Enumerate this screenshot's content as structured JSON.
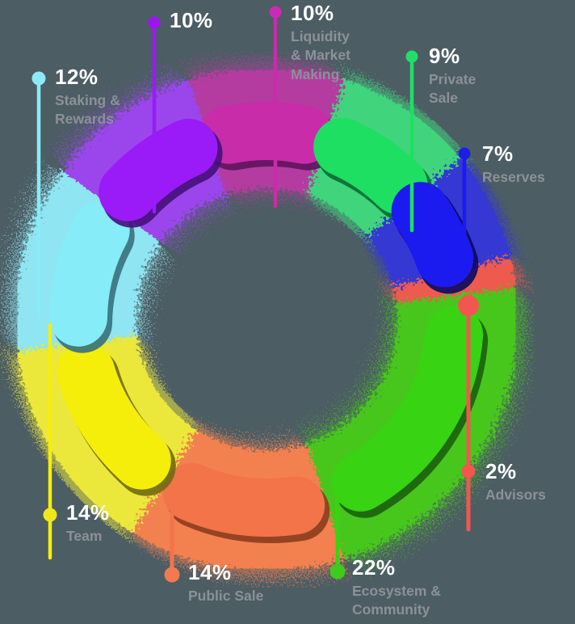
{
  "palette": {
    "background": "#4d5d64",
    "pct_text": "#ffffff",
    "label_text": "#8b9197"
  },
  "chart_data": {
    "type": "pie",
    "variant": "donut",
    "unit": "%",
    "rotation_deg": -18,
    "legend_position": "radial-callouts",
    "title": "",
    "segments": [
      {
        "label": "Liquidity & Market Making",
        "pct": "10%",
        "value": 10,
        "color": "#b43aa0",
        "capsule": "#c92ca9",
        "shadow": "#5f1460",
        "dot": "#c92bb5"
      },
      {
        "label": "Private Sale",
        "pct": "9%",
        "value": 9,
        "color": "#3fd57d",
        "capsule": "#1fdf63",
        "shadow": "#0b6a34",
        "dot": "#25dc6a"
      },
      {
        "label": "Reserves",
        "pct": "7%",
        "value": 7,
        "color": "#3538d2",
        "capsule": "#1b1bf0",
        "shadow": "#0a0a5e",
        "dot": "#1d1de8"
      },
      {
        "label": "Advisors",
        "pct": "2%",
        "value": 2,
        "color": "#ef5a50",
        "capsule": "#f2564e",
        "shadow": "#7e241f",
        "dot": "#f2564e"
      },
      {
        "label": "Ecosystem & Community",
        "pct": "22%",
        "value": 22,
        "color": "#46c71f",
        "capsule": "#38d414",
        "shadow": "#1b5e0d",
        "dot": "#3ecb1b"
      },
      {
        "label": "Public Sale",
        "pct": "14%",
        "value": 14,
        "color": "#f3814f",
        "capsule": "#f4744a",
        "shadow": "#8c3c1e",
        "dot": "#f37a4e"
      },
      {
        "label": "Team",
        "pct": "14%",
        "value": 14,
        "color": "#ece73a",
        "capsule": "#f5ee0b",
        "shadow": "#716c12",
        "dot": "#f0e81c"
      },
      {
        "label": "Staking & Rewards",
        "pct": "12%",
        "value": 12,
        "color": "#8fe5f1",
        "capsule": "#86ecf8",
        "shadow": "#37707d",
        "dot": "#8ceaf6"
      },
      {
        "label": "",
        "pct": "10%",
        "value": 10,
        "color": "#9b44ec",
        "capsule": "#9a1bf7",
        "shadow": "#45107a",
        "dot": "#9d13f2"
      }
    ]
  },
  "callouts": {
    "unlabeled_purple": {
      "pct": "10%",
      "label": ""
    },
    "liquidity": {
      "pct": "10%",
      "label": "Liquidity\n& Market\nMaking"
    },
    "private_sale": {
      "pct": "9%",
      "label": "Private\nSale"
    },
    "reserves": {
      "pct": "7%",
      "label": "Reserves"
    },
    "advisors": {
      "pct": "2%",
      "label": "Advisors"
    },
    "ecosystem": {
      "pct": "22%",
      "label": "Ecosystem &\nCommunity"
    },
    "public_sale": {
      "pct": "14%",
      "label": "Public Sale"
    },
    "team": {
      "pct": "14%",
      "label": "Team"
    },
    "staking": {
      "pct": "12%",
      "label": "Staking &\nRewards"
    }
  }
}
